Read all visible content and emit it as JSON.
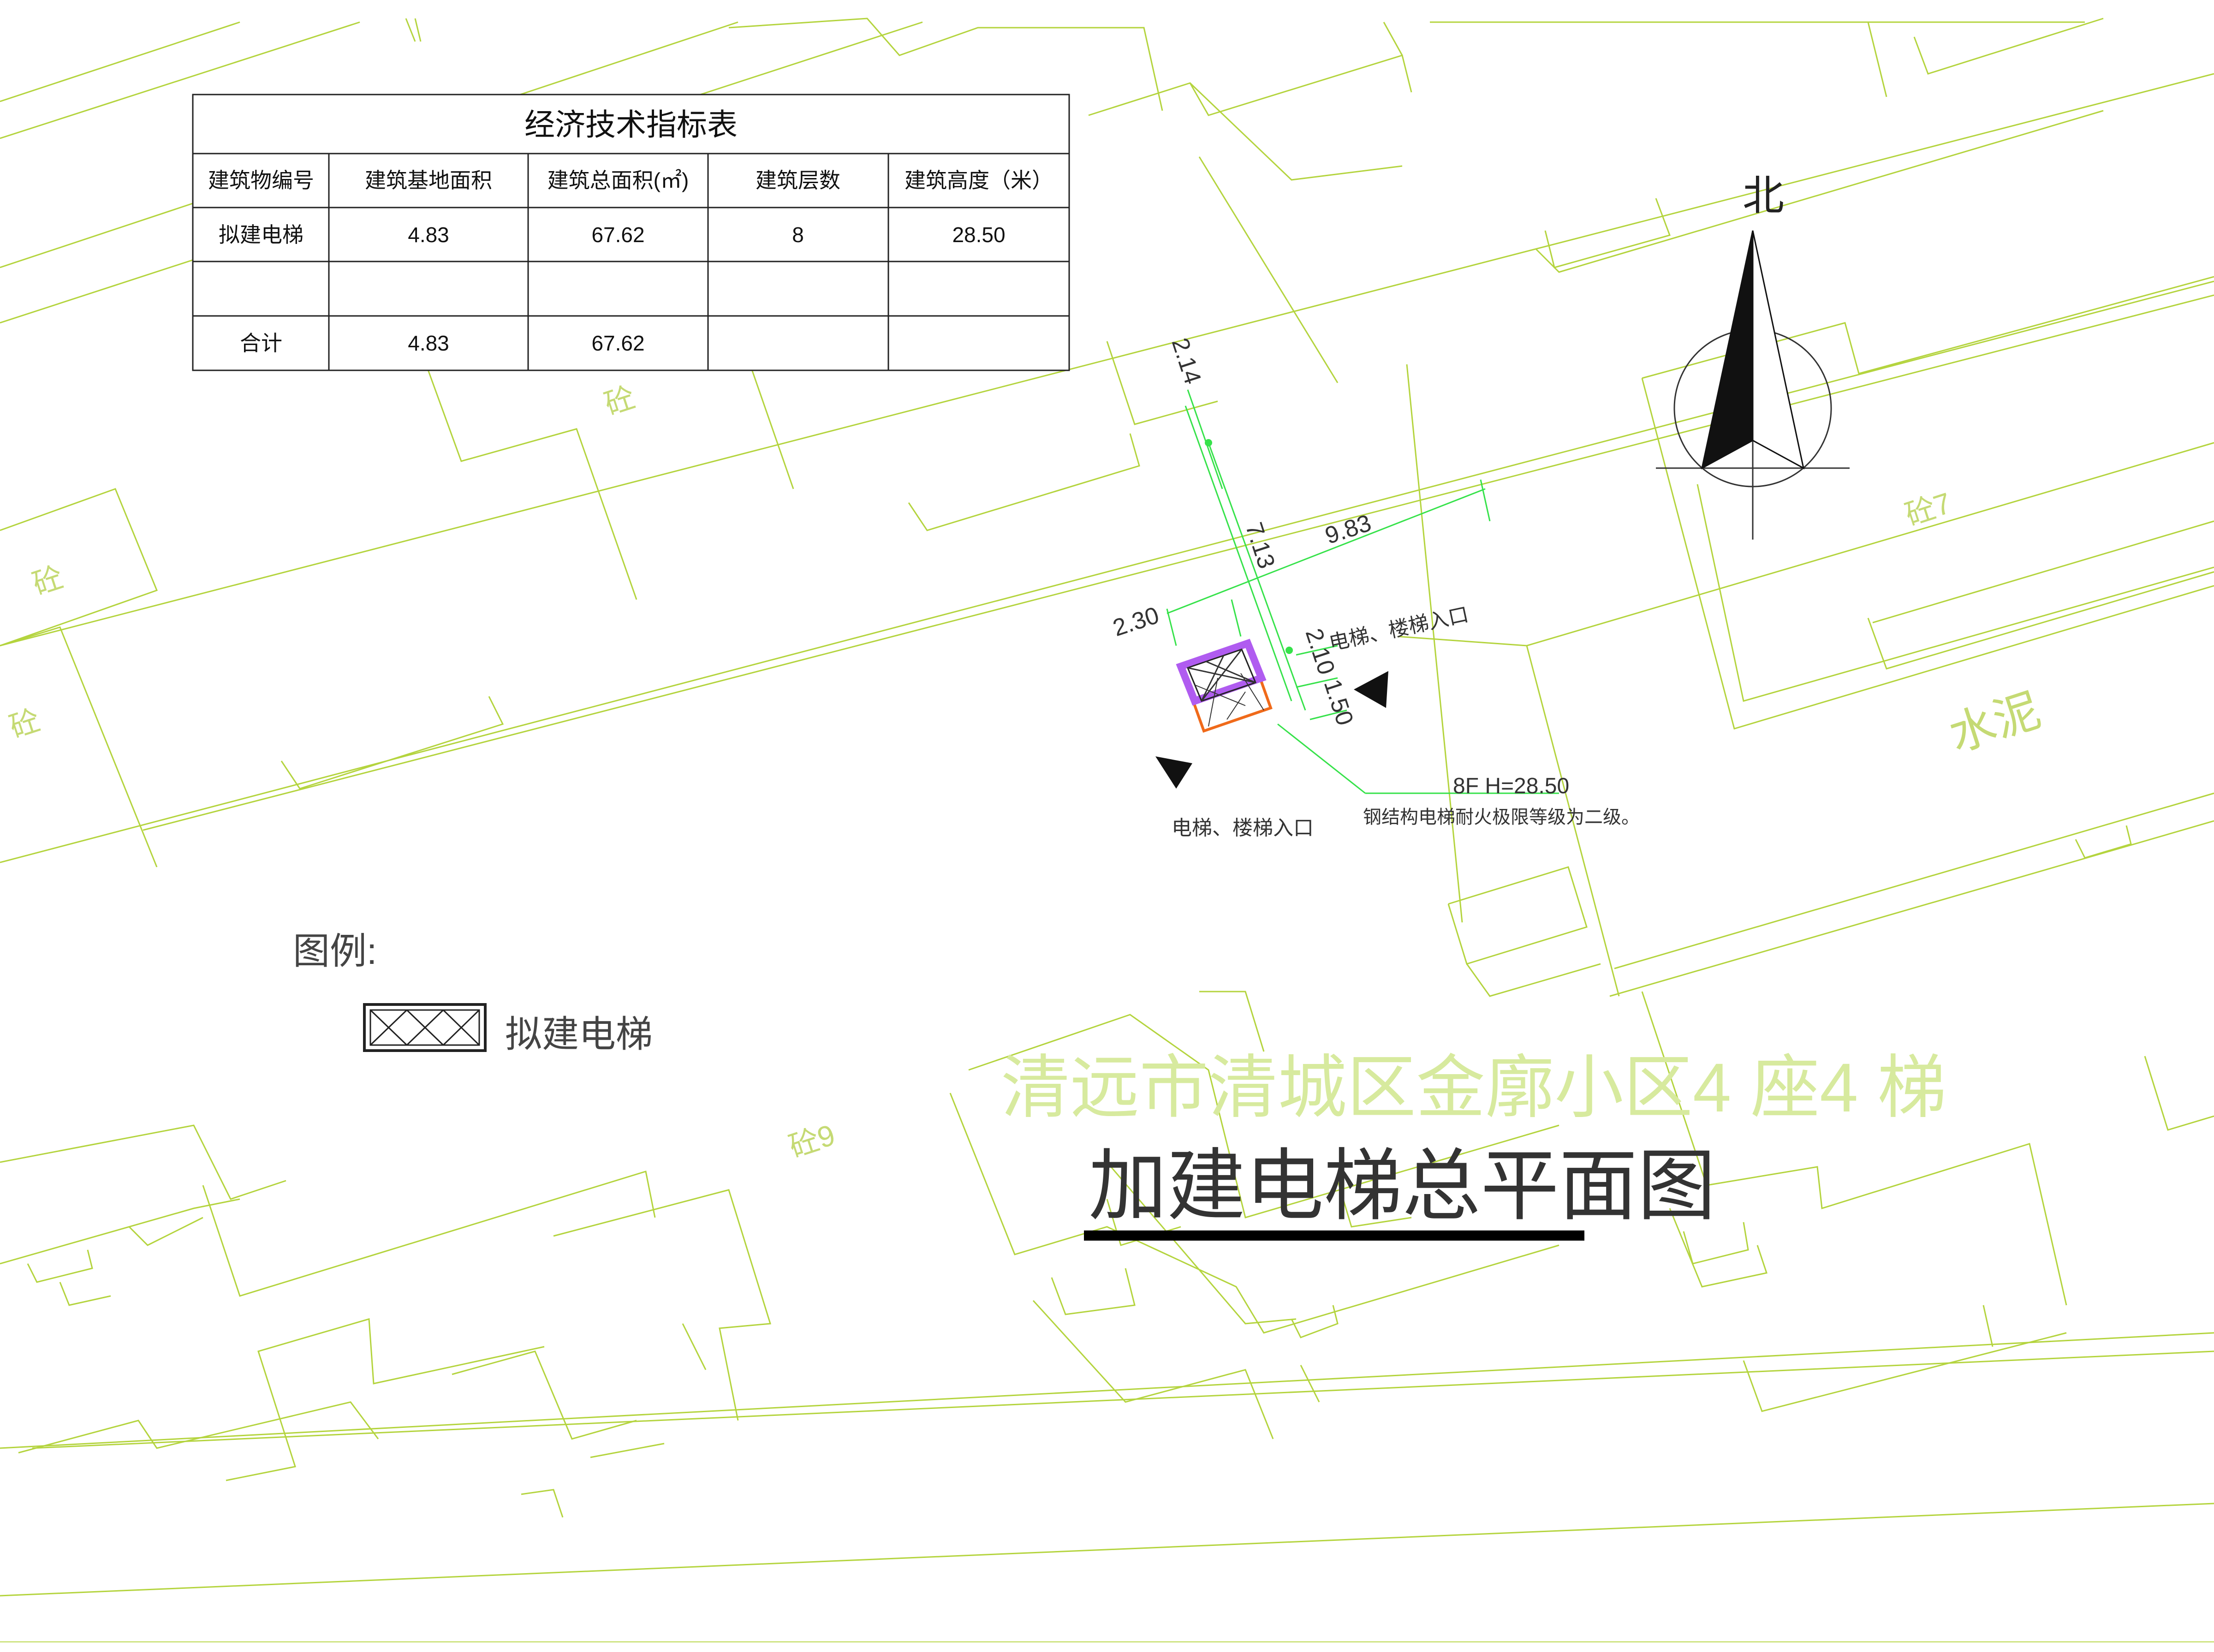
{
  "table": {
    "title": "经济技术指标表",
    "headers": [
      "建筑物编号",
      "建筑基地面积",
      "建筑总面积(㎡)",
      "建筑层数",
      "建筑高度（米）"
    ],
    "rows": [
      [
        "拟建电梯",
        "4.83",
        "67.62",
        "8",
        "28.50"
      ],
      [
        "",
        "",
        "",
        "",
        ""
      ],
      [
        "合计",
        "4.83",
        "67.62",
        "",
        ""
      ]
    ]
  },
  "north_arrow": {
    "label": "北"
  },
  "dimensions": {
    "d1": "2.14",
    "d2": "7.13",
    "d3": "9.83",
    "d4": "2.30",
    "d5": "2.10",
    "d6": "1.50"
  },
  "annotations": {
    "entrance_top": "电梯、楼梯入口",
    "entrance_bottom": "电梯、楼梯入口",
    "height_note": "8F H=28.50",
    "fire_note": "钢结构电梯耐火极限等级为二级。"
  },
  "site_labels": {
    "m1": "砼9",
    "m2": "砼",
    "m3": "砼",
    "m4": "砼",
    "m5": "砼7",
    "m6": "水泥",
    "m7": "砼9"
  },
  "legend": {
    "heading": "图例:",
    "item": "拟建电梯"
  },
  "drawing_title": {
    "project": "清远市清城区金廓小区4 座4 梯",
    "name": "加建电梯总平面图"
  },
  "colors": {
    "site_lines": "#b4d43e",
    "dimension_lines": "#36e24a",
    "elevator_outline": "#8a3ad6",
    "elevator_fill": "#b05cf0",
    "extension_outline": "#f06a1a"
  }
}
